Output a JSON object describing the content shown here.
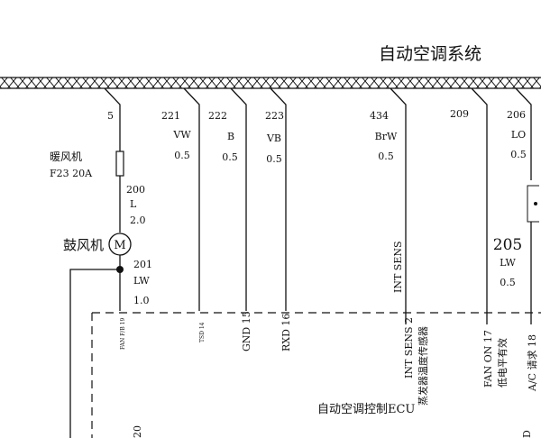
{
  "title": "自动空调系统",
  "wires": [
    {
      "number": "5"
    },
    {
      "number": "221",
      "color": "VW",
      "gauge": "0.5"
    },
    {
      "number": "222",
      "color": "B",
      "gauge": "0.5"
    },
    {
      "number": "223",
      "color": "VB",
      "gauge": "0.5"
    },
    {
      "number": "434",
      "color": "BrW",
      "gauge": "0.5"
    },
    {
      "number": "209"
    },
    {
      "number": "206",
      "color": "LO",
      "gauge": "0.5"
    }
  ],
  "fuse": {
    "name": "暖风机",
    "rating": "F23 20A"
  },
  "wire_200": {
    "number": "200",
    "color": "L",
    "gauge": "2.0"
  },
  "blower": {
    "name": "鼓风机",
    "symbol": "M"
  },
  "wire_201": {
    "number": "201",
    "color": "LW",
    "gauge": "1.0"
  },
  "wire_205": {
    "number": "205",
    "color": "LW",
    "gauge": "0.5"
  },
  "sensor_label": "INT SENS",
  "ecu": {
    "name": "自动空调控制ECU",
    "pins": {
      "fan_fb": "FAN F/B 19",
      "tsd": "TSD 14",
      "gnd": "GND 15",
      "rxd": "RXD 16",
      "int_sens_2": "INT SENS 2",
      "int_sens_desc": "蒸发器温度传感器",
      "fan_on": "FAN ON 17",
      "fan_on_desc": "低电平有效",
      "ac_req": "A/C 请求 18",
      "pin_20": "20",
      "pin_d": "D"
    }
  }
}
